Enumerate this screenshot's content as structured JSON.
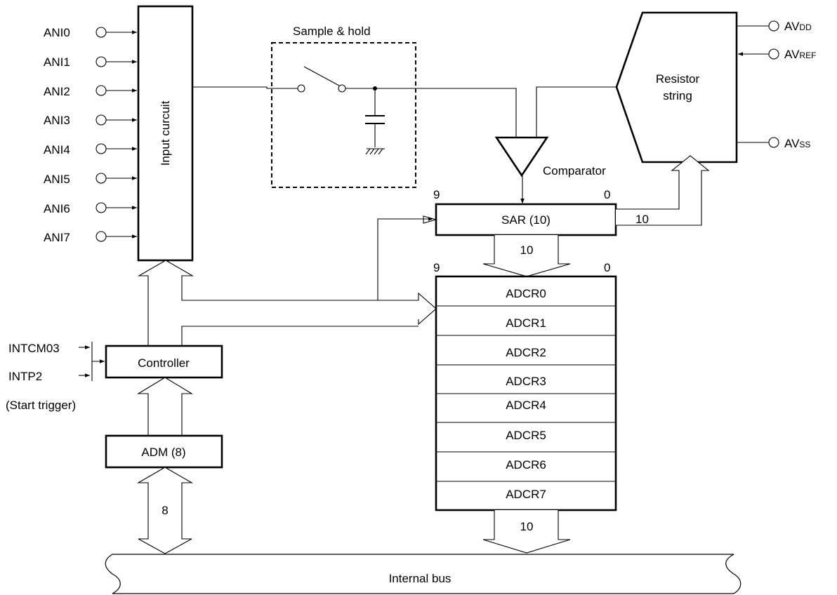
{
  "diagram": {
    "analog_inputs": [
      "ANI0",
      "ANI1",
      "ANI2",
      "ANI3",
      "ANI4",
      "ANI5",
      "ANI6",
      "ANI7"
    ],
    "input_circuit_label": "Input curcuit",
    "sample_hold_label": "Sample & hold",
    "comparator_label": "Comparator",
    "resistor_string_label": [
      "Resistor",
      "string"
    ],
    "supply_pins": [
      {
        "base": "AV",
        "sub": "DD"
      },
      {
        "base": "AV",
        "sub": "REF"
      },
      {
        "base": "AV",
        "sub": "SS"
      }
    ],
    "sar": {
      "label": "SAR (10)",
      "msb": "9",
      "lsb": "0",
      "width_out": "10",
      "width_down": "10"
    },
    "adcr": {
      "msb": "9",
      "lsb": "0",
      "registers": [
        "ADCR0",
        "ADCR1",
        "ADCR2",
        "ADCR3",
        "ADCR4",
        "ADCR5",
        "ADCR6",
        "ADCR7"
      ],
      "width_out": "10"
    },
    "controller_label": "Controller",
    "triggers": [
      "INTCM03",
      "INTP2"
    ],
    "trigger_note": "(Start trigger)",
    "adm_label": "ADM (8)",
    "adm_bus_width": "8",
    "internal_bus_label": "Internal bus"
  }
}
